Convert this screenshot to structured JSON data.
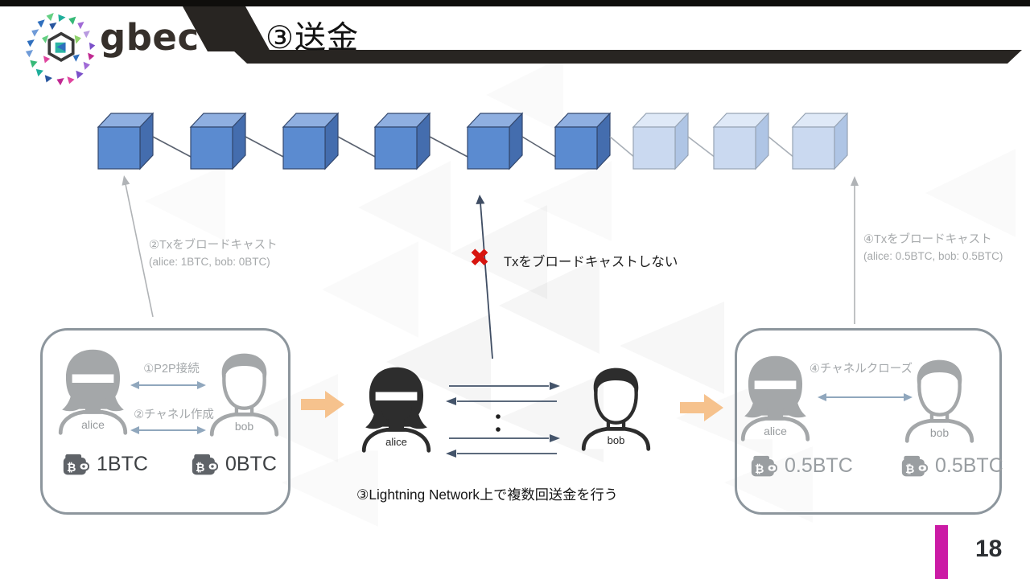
{
  "brand": {
    "name": "gbec"
  },
  "slide": {
    "title": "③送金",
    "page_number": "18"
  },
  "blockchain": {
    "confirmed_count": 6,
    "pending_count": 3
  },
  "annotations": {
    "broadcast_left": {
      "line1": "②Txをブロードキャスト",
      "line2": "(alice: 1BTC, bob: 0BTC)"
    },
    "no_broadcast": {
      "icon": "✖",
      "text": "Txをブロードキャストしない"
    },
    "broadcast_right": {
      "line1": "④Txをブロードキャスト",
      "line2": "(alice: 0.5BTC, bob: 0.5BTC)"
    }
  },
  "open_channel_box": {
    "alice": {
      "label": "alice",
      "balance": "1BTC"
    },
    "bob": {
      "label": "bob",
      "balance": "0BTC"
    },
    "step1": "①P2P接続",
    "step2": "②チャネル作成"
  },
  "payment_section": {
    "alice": {
      "label": "alice"
    },
    "bob": {
      "label": "bob"
    },
    "caption": "③Lightning Network上で複数回送金を行う"
  },
  "close_channel_box": {
    "alice": {
      "label": "alice",
      "balance": "0.5BTC"
    },
    "bob": {
      "label": "bob",
      "balance": "0.5BTC"
    },
    "step": "④チャネルクローズ"
  },
  "colors": {
    "block_confirmed_front": "#5B8BD0",
    "block_confirmed_top": "#8FAFE0",
    "block_confirmed_side": "#446DAE",
    "block_confirmed_stroke": "#33486E",
    "block_pending_front": "#CAD9F0",
    "block_pending_top": "#DFE9F7",
    "block_pending_side": "#AFC5E5",
    "block_pending_stroke": "#97A4B4",
    "connector_dark": "#5A6270",
    "connector_light": "#A9B0B8",
    "accent_orange": "#F6C28D",
    "arrow_navy": "#44546A",
    "annotation_gray": "#A6A9AB",
    "box_border": "#8D969D",
    "magenta_bar": "#CB1BA5",
    "red_x": "#D7150F"
  }
}
